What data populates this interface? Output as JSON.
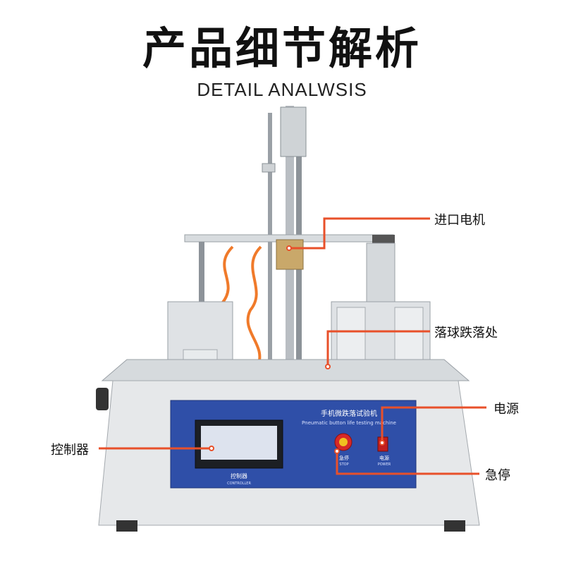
{
  "header": {
    "title": "产品细节解析",
    "subtitle": "DETAIL ANALWSIS"
  },
  "callouts": {
    "motor": "进口电机",
    "drop_zone": "落球跌落处",
    "power": "电源",
    "controller": "控制器",
    "emergency_stop": "急停"
  },
  "machine_panel": {
    "title_cn": "手机微跌落试验机",
    "title_en": "Pneumatic button life testing machine",
    "controller_label_cn": "控制器",
    "controller_label_en": "CONTROLLER",
    "stop_label_cn": "急停",
    "stop_label_en": "STOP",
    "power_label_cn": "电源",
    "power_label_en": "POWER"
  },
  "colors": {
    "callout_line": "#e8502a",
    "panel_blue": "#2f4fa8",
    "machine_body": "#e6e8ea"
  }
}
